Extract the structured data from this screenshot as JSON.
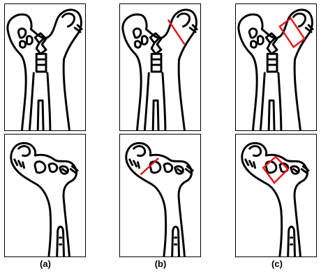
{
  "figure": {
    "captions": [
      "(a)",
      "(b)",
      "(c)"
    ],
    "colors": {
      "outline": "#000000",
      "marker": "#e8141c",
      "background": "#ffffff"
    }
  },
  "panels": [
    {
      "row": "top",
      "column": "a",
      "marker": "none"
    },
    {
      "row": "top",
      "column": "b",
      "marker": "line"
    },
    {
      "row": "top",
      "column": "c",
      "marker": "box"
    },
    {
      "row": "bottom",
      "column": "a",
      "marker": "none"
    },
    {
      "row": "bottom",
      "column": "b",
      "marker": "line"
    },
    {
      "row": "bottom",
      "column": "c",
      "marker": "box"
    }
  ]
}
